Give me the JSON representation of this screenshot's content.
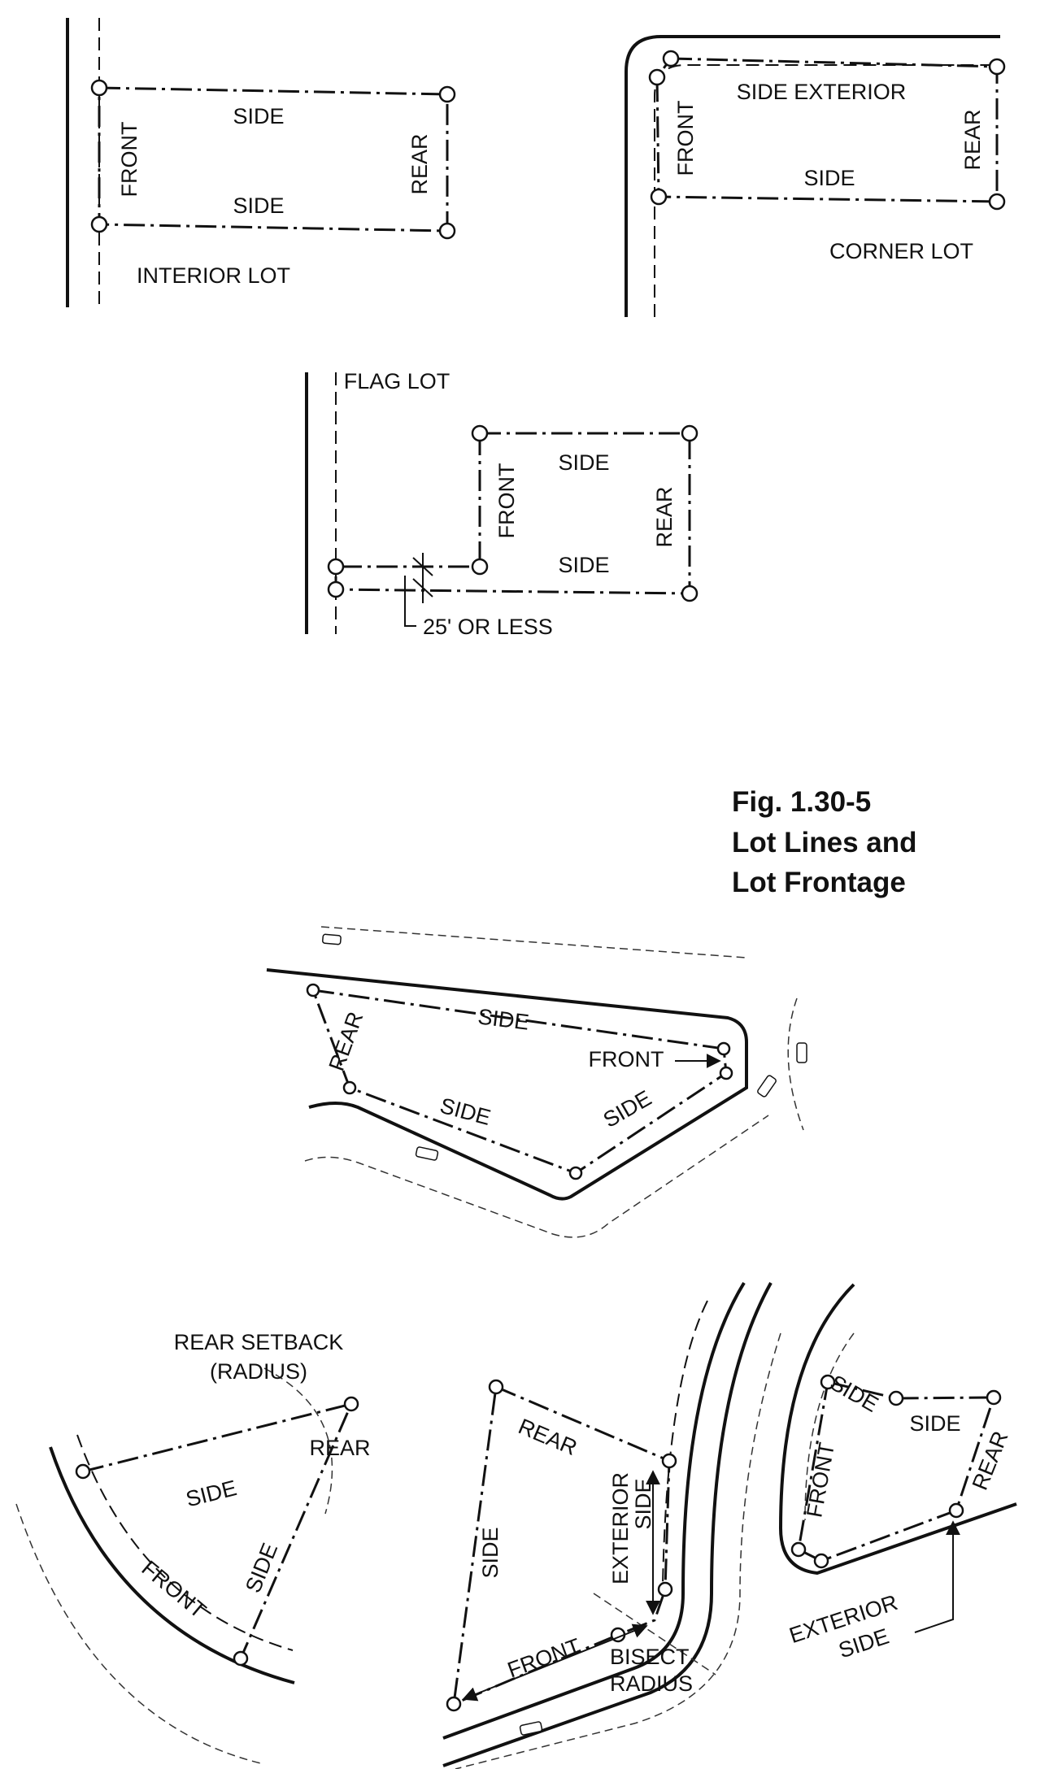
{
  "caption": {
    "line1": "Fig. 1.30-5",
    "line2": "Lot Lines and",
    "line3": "Lot Frontage"
  },
  "interior_lot": {
    "title": "INTERIOR LOT",
    "front": "FRONT",
    "side_top": "SIDE",
    "side_bottom": "SIDE",
    "rear": "REAR"
  },
  "corner_lot": {
    "title": "CORNER LOT",
    "front": "FRONT",
    "side_exterior": "SIDE EXTERIOR",
    "side": "SIDE",
    "rear": "REAR"
  },
  "flag_lot": {
    "title": "FLAG LOT",
    "front": "FRONT",
    "side_top": "SIDE",
    "side_bottom": "SIDE",
    "rear": "REAR",
    "dimension": "25' OR LESS"
  },
  "irregular_lot": {
    "rear": "REAR",
    "side_top": "SIDE",
    "front": "FRONT",
    "side_bottom": "SIDE",
    "side_right": "SIDE"
  },
  "curved_lot_left": {
    "note_line1": "REAR SETBACK",
    "note_line2": "(RADIUS)",
    "rear": "REAR",
    "side_top": "SIDE",
    "front": "FRONT",
    "side_diag": "SIDE"
  },
  "curved_lot_mid": {
    "rear": "REAR",
    "side": "SIDE",
    "exterior": "EXTERIOR",
    "exterior_side": "SIDE",
    "front": "FRONT",
    "bisect_line1": "BISECT",
    "bisect_line2": "RADIUS"
  },
  "curved_lot_right": {
    "side_a": "SIDE",
    "side_b": "SIDE",
    "front": "FRONT",
    "rear": "REAR",
    "ext_line1": "EXTERIOR",
    "ext_line2": "SIDE"
  }
}
